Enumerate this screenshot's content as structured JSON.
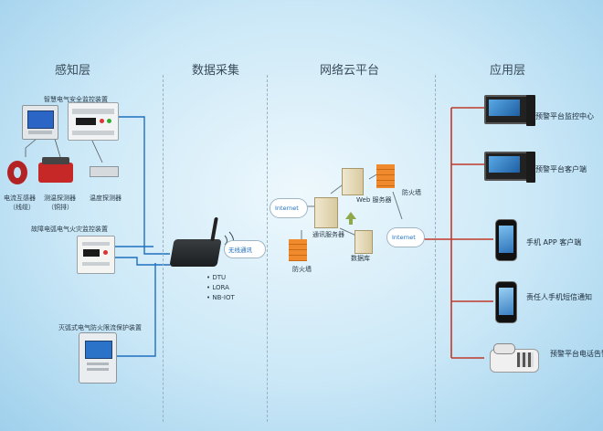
{
  "columns": {
    "sense": "感知层",
    "collect": "数据采集",
    "cloud": "网络云平台",
    "app": "应用层"
  },
  "sense_layer": {
    "device1_title": "智慧电气安全监控装置",
    "sensor1": "电流互感器",
    "sensor1_sub": "（线缆）",
    "sensor2": "测温探测器",
    "sensor2_sub": "（铜排）",
    "sensor3": "温度探测器",
    "device2_title": "故障电弧电气火灾监控装置",
    "device3_title": "灭弧式电气防火限流保护装置"
  },
  "collect_layer": {
    "cloud_label": "无线通讯",
    "protocols": [
      "DTU",
      "LORA",
      "NB-IOT"
    ]
  },
  "cloud_layer": {
    "internet_left": "Internet",
    "internet_right": "Internet",
    "web_server": "Web 服务器",
    "firewall_top": "防火墙",
    "comm_server": "通讯服务器",
    "firewall_bottom": "防火墙",
    "database": "数据库"
  },
  "app_layer": {
    "items": [
      "预警平台监控中心",
      "预警平台客户端",
      "手机 APP 客户端",
      "责任人手机短信通知",
      "预警平台电话告警"
    ]
  },
  "colors": {
    "link_blue": "#1f6fbf",
    "link_red": "#c0392b",
    "firewall": "#f08a2c"
  }
}
